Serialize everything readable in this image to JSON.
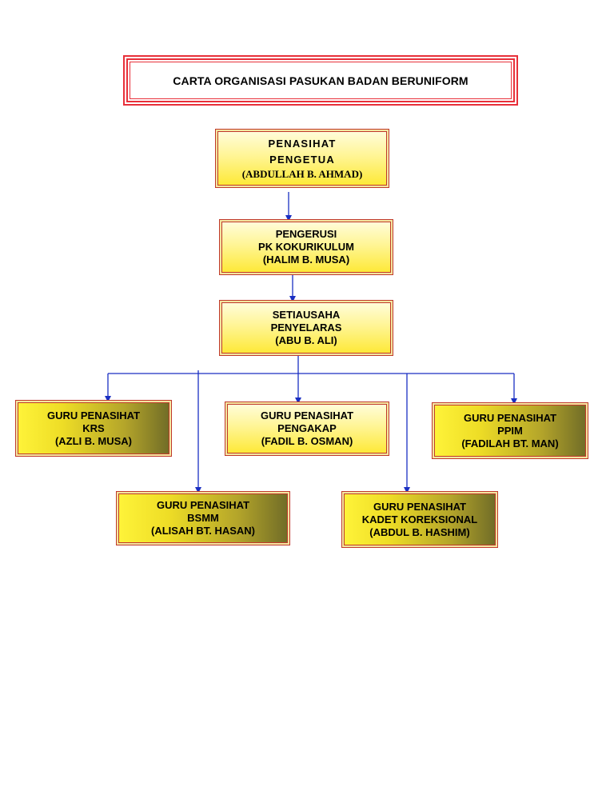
{
  "title": "CARTA ORGANISASI PASUKAN BADAN BERUNIFORM",
  "colors": {
    "line": "#1a2fc2",
    "border": "#c0392b"
  },
  "nodes": {
    "penasihat": {
      "line1": "PENASIHAT",
      "line2": "PENGETUA",
      "line3": "(ABDULLAH B. AHMAD)"
    },
    "pengerusi": {
      "line1": "PENGERUSI",
      "line2": "PK KOKURIKULUM",
      "line3": "(HALIM B. MUSA)"
    },
    "setiausaha": {
      "line1": "SETIAUSAHA",
      "line2": "PENYELARAS",
      "line3": "(ABU B. ALI)"
    },
    "krs": {
      "line1": "GURU PENASIHAT",
      "line2": "KRS",
      "line3": "(AZLI B. MUSA)"
    },
    "pengakap": {
      "line1": "GURU PENASIHAT",
      "line2": "PENGAKAP",
      "line3": "(FADIL B. OSMAN)"
    },
    "ppim": {
      "line1": "GURU PENASIHAT",
      "line2": "PPIM",
      "line3": "(FADILAH BT. MAN)"
    },
    "bsmm": {
      "line1": "GURU PENASIHAT",
      "line2": "BSMM",
      "line3": "(ALISAH BT. HASAN)"
    },
    "kadet": {
      "line1": "GURU PENASIHAT",
      "line2": "KADET KOREKSIONAL",
      "line3": "(ABDUL B. HASHIM)"
    }
  }
}
